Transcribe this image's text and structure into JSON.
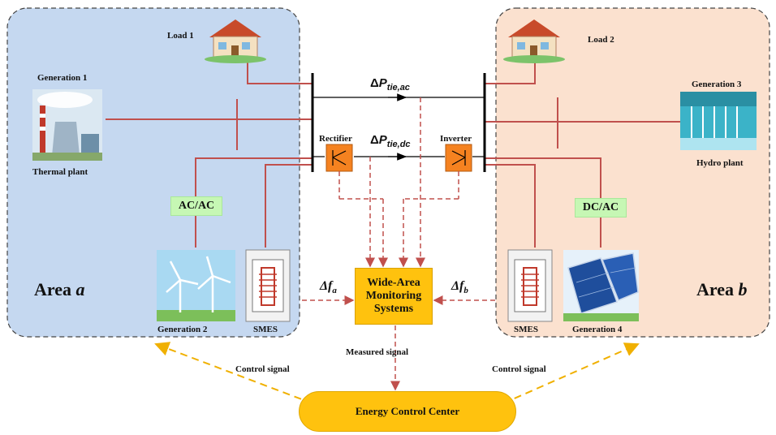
{
  "areas": {
    "a": {
      "label": "Area",
      "var": "a"
    },
    "b": {
      "label": "Area",
      "var": "b"
    }
  },
  "components": {
    "load1": "Load 1",
    "load2": "Load 2",
    "gen1": "Generation 1",
    "thermal": "Thermal plant",
    "gen2": "Generation 2",
    "smes_a": "SMES",
    "gen3": "Generation 3",
    "hydro": "Hydro plant",
    "gen4": "Generation 4",
    "smes_b": "SMES",
    "rectifier": "Rectifier",
    "inverter": "Inverter"
  },
  "converters": {
    "acac": "AC/AC",
    "dcac": "DC/AC"
  },
  "tie_lines": {
    "ac": {
      "delta": "Δ",
      "var": "P",
      "sub": "tie,ac"
    },
    "dc": {
      "delta": "Δ",
      "var": "P",
      "sub": "tie,dc"
    }
  },
  "freq": {
    "a": {
      "delta": "Δ",
      "var": "f",
      "sub": "a"
    },
    "b": {
      "delta": "Δ",
      "var": "f",
      "sub": "b"
    }
  },
  "wams": {
    "line1": "Wide-Area",
    "line2": "Monitoring",
    "line3": "Systems"
  },
  "signals": {
    "control_left": "Control signal",
    "control_right": "Control signal",
    "measured": "Measured signal"
  },
  "ecc": "Energy Control Center",
  "colors": {
    "area_a_fill": "#c5d8f0",
    "area_b_fill": "#fbe1cf",
    "power_line": "#c0504d",
    "signal": "#c0504d",
    "control": "#f0b000",
    "box": "#ffc20e",
    "converter": "#c6f7b4",
    "station": "#f58220"
  }
}
